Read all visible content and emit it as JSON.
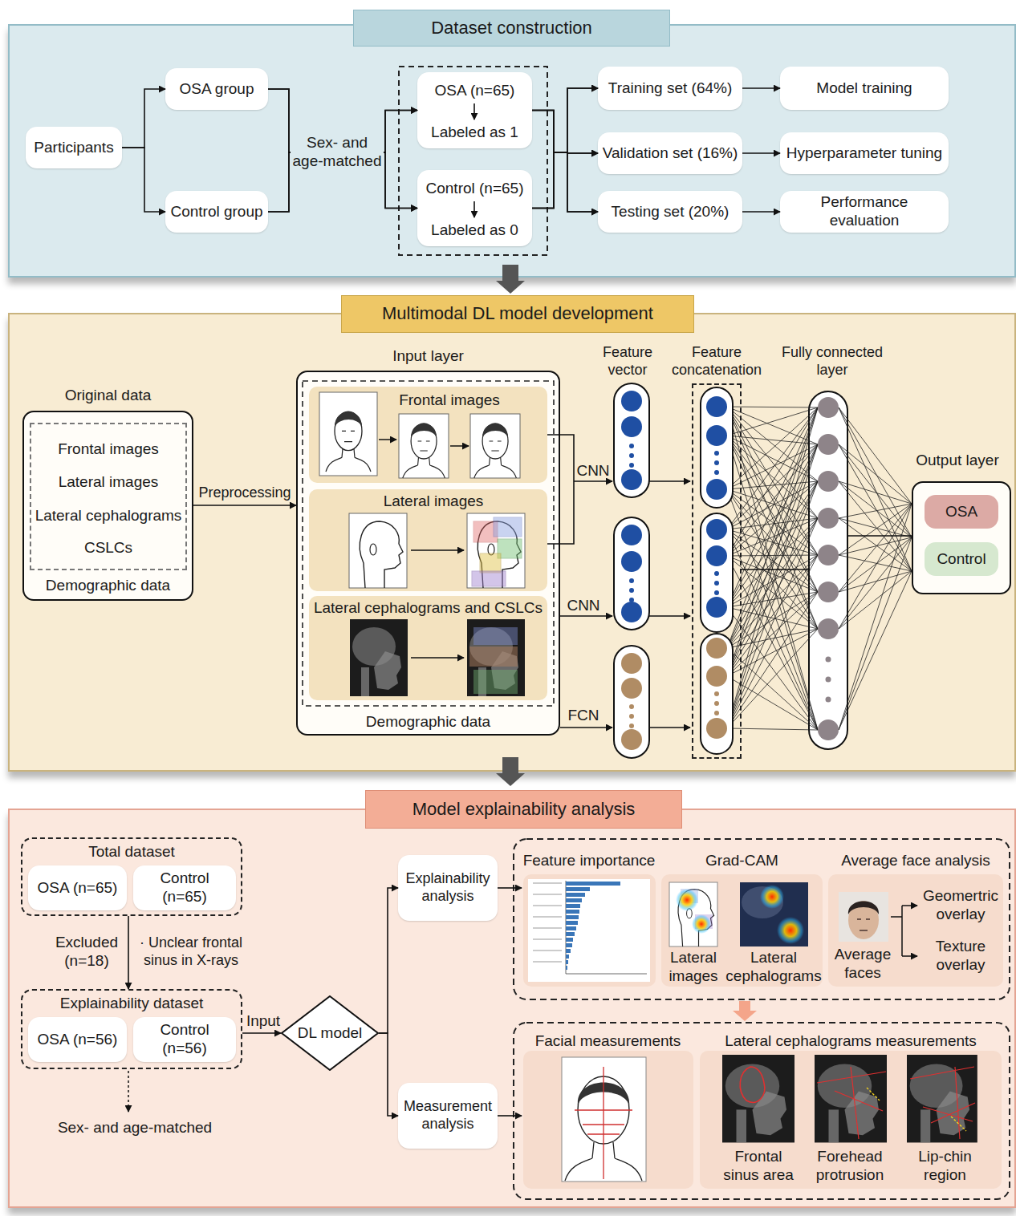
{
  "diagram": {
    "nodes": [
      {
        "text": [
          "Dataset construction"
        ]
      },
      {
        "text": [
          "Participants"
        ],
        "in": 0
      },
      {
        "text": [
          "OSA group"
        ],
        "in": 0
      },
      {
        "text": [
          "Control group"
        ],
        "in": 0
      },
      {
        "text": [
          "OSA (n=65)",
          "Labeled as 1"
        ],
        "in": 0
      },
      {
        "text": [
          "Control (n=65)",
          "Labeled as 0"
        ],
        "in": 0
      },
      {
        "text": [
          "Training set (64%)"
        ],
        "in": 0
      },
      {
        "text": [
          "Validation set (16%)"
        ],
        "in": 0
      },
      {
        "text": [
          "Testing set (20%)"
        ],
        "in": 0
      },
      {
        "text": [
          "Model training"
        ],
        "in": 0
      },
      {
        "text": [
          "Hyperparameter tuning"
        ],
        "in": 0
      },
      {
        "text": [
          "Performance evaluation"
        ],
        "in": 0
      },
      {
        "text": [
          "Multimodal DL model development"
        ]
      },
      {
        "text": [
          "Original data",
          "Demographic data"
        ],
        "in": 12
      },
      {
        "text": [
          "Frontal images",
          "Lateral images",
          "Lateral cephalograms",
          "CSLCs"
        ],
        "in": 13
      },
      {
        "text": [
          "Input layer",
          "Demographic data"
        ],
        "in": 12
      },
      {
        "text": [
          "Frontal images"
        ],
        "in": 15
      },
      {
        "text": [
          "Lateral images"
        ],
        "in": 15
      },
      {
        "text": [
          "Lateral cephalograms and CSLCs"
        ],
        "in": 15
      },
      {
        "text": [
          "Feature concatenation"
        ],
        "in": 12
      },
      {
        "text": [
          "Fully connected layer"
        ],
        "in": 12
      },
      {
        "text": [
          "Output layer"
        ],
        "in": 12
      },
      {
        "text": [
          "OSA"
        ],
        "in": 21
      },
      {
        "text": [
          "Control"
        ],
        "in": 21
      },
      {
        "text": [
          "Model explainability analysis"
        ]
      },
      {
        "text": [
          "Total dataset"
        ],
        "in": 24
      },
      {
        "text": [
          "OSA (n=65)"
        ],
        "in": 25
      },
      {
        "text": [
          "Control (n=65)"
        ],
        "in": 25
      },
      {
        "text": [
          "Explainability dataset"
        ],
        "in": 24
      },
      {
        "text": [
          "OSA (n=56)"
        ],
        "in": 28
      },
      {
        "text": [
          "Control (n=56)"
        ],
        "in": 28
      },
      {
        "text": [
          "DL model"
        ],
        "in": 24
      },
      {
        "text": [
          "Explainability analysis"
        ],
        "in": 24
      },
      {
        "text": [
          "Measurement analysis"
        ],
        "in": 24
      },
      {
        "text": [
          "Feature importance"
        ],
        "in": 24
      },
      {
        "text": [
          "Grad-CAM",
          "Lateral images",
          "Lateral cephalograms"
        ],
        "in": 24
      },
      {
        "text": [
          "Average face analysis",
          "Average faces",
          "Geomertric overlay",
          "Texture overlay"
        ],
        "in": 24
      },
      {
        "text": [
          "Facial measurements"
        ],
        "in": 24
      },
      {
        "text": [
          "Lateral cephalograms measurements",
          "Frontal sinus area",
          "Forehead protrusion",
          "Lip-chin region"
        ],
        "in": 24
      }
    ],
    "edges": [
      {
        "from": 1,
        "to": 2,
        "arrow": "to"
      },
      {
        "from": 1,
        "to": 3,
        "arrow": "to"
      },
      {
        "from": 2,
        "to": 4,
        "arrow": "to",
        "label": "Sex- and age-matched"
      },
      {
        "from": 2,
        "to": 5,
        "arrow": "to"
      },
      {
        "from": 3,
        "to": 4,
        "arrow": "to"
      },
      {
        "from": 3,
        "to": 5,
        "arrow": "to"
      },
      {
        "from": 4,
        "to": 6,
        "arrow": "to"
      },
      {
        "from": 4,
        "to": 7,
        "arrow": "to"
      },
      {
        "from": 4,
        "to": 8,
        "arrow": "to"
      },
      {
        "from": 5,
        "to": 6,
        "arrow": "to"
      },
      {
        "from": 5,
        "to": 7,
        "arrow": "to"
      },
      {
        "from": 5,
        "to": 8,
        "arrow": "to"
      },
      {
        "from": 6,
        "to": 9,
        "arrow": "to"
      },
      {
        "from": 7,
        "to": 10,
        "arrow": "to"
      },
      {
        "from": 8,
        "to": 11,
        "arrow": "to"
      },
      {
        "from": 13,
        "to": 15,
        "arrow": "to",
        "label": "Preprocessing"
      },
      {
        "from": 19,
        "to": 20,
        "arrow": "none"
      },
      {
        "from": 20,
        "to": 21,
        "arrow": "none"
      },
      {
        "from": 25,
        "to": 28,
        "arrow": "to"
      },
      {
        "from": 28,
        "to": 31,
        "arrow": "to",
        "label": "Input"
      },
      {
        "from": 31,
        "to": 32,
        "arrow": "to"
      },
      {
        "from": 31,
        "to": 33,
        "arrow": "to"
      },
      {
        "from": 32,
        "to": 34,
        "arrow": "to"
      },
      {
        "from": 33,
        "to": 37,
        "arrow": "to"
      }
    ],
    "labels": [
      "Feature vector",
      "CNN",
      "CNN",
      "FCN",
      "Excluded (n=18)",
      "· Unclear frontal sinus in X-rays",
      "Sex- and age-matched"
    ]
  }
}
